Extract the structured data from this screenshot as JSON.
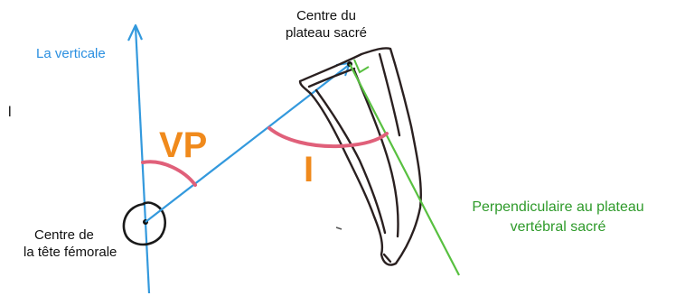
{
  "labels": {
    "vertical": "La verticale",
    "sacral_center_line1": "Centre du",
    "sacral_center_line2": "plateau sacré",
    "femoral_center_line1": "Centre de",
    "femoral_center_line2": "la tête fémorale",
    "perpendicular_line1": "Perpendiculaire au plateau",
    "perpendicular_line2": "vertébral sacré",
    "angle_vp": "VP",
    "angle_i": "I",
    "edge_mark": "l"
  },
  "colors": {
    "blue_line": "#3399dd",
    "green_line": "#58c040",
    "arc_pink": "#e0607a",
    "sacrum_stroke": "#2a2020",
    "text_blue": "#2a8fe0",
    "text_green": "#2e9a2a",
    "text_orange": "#f08a1c"
  }
}
